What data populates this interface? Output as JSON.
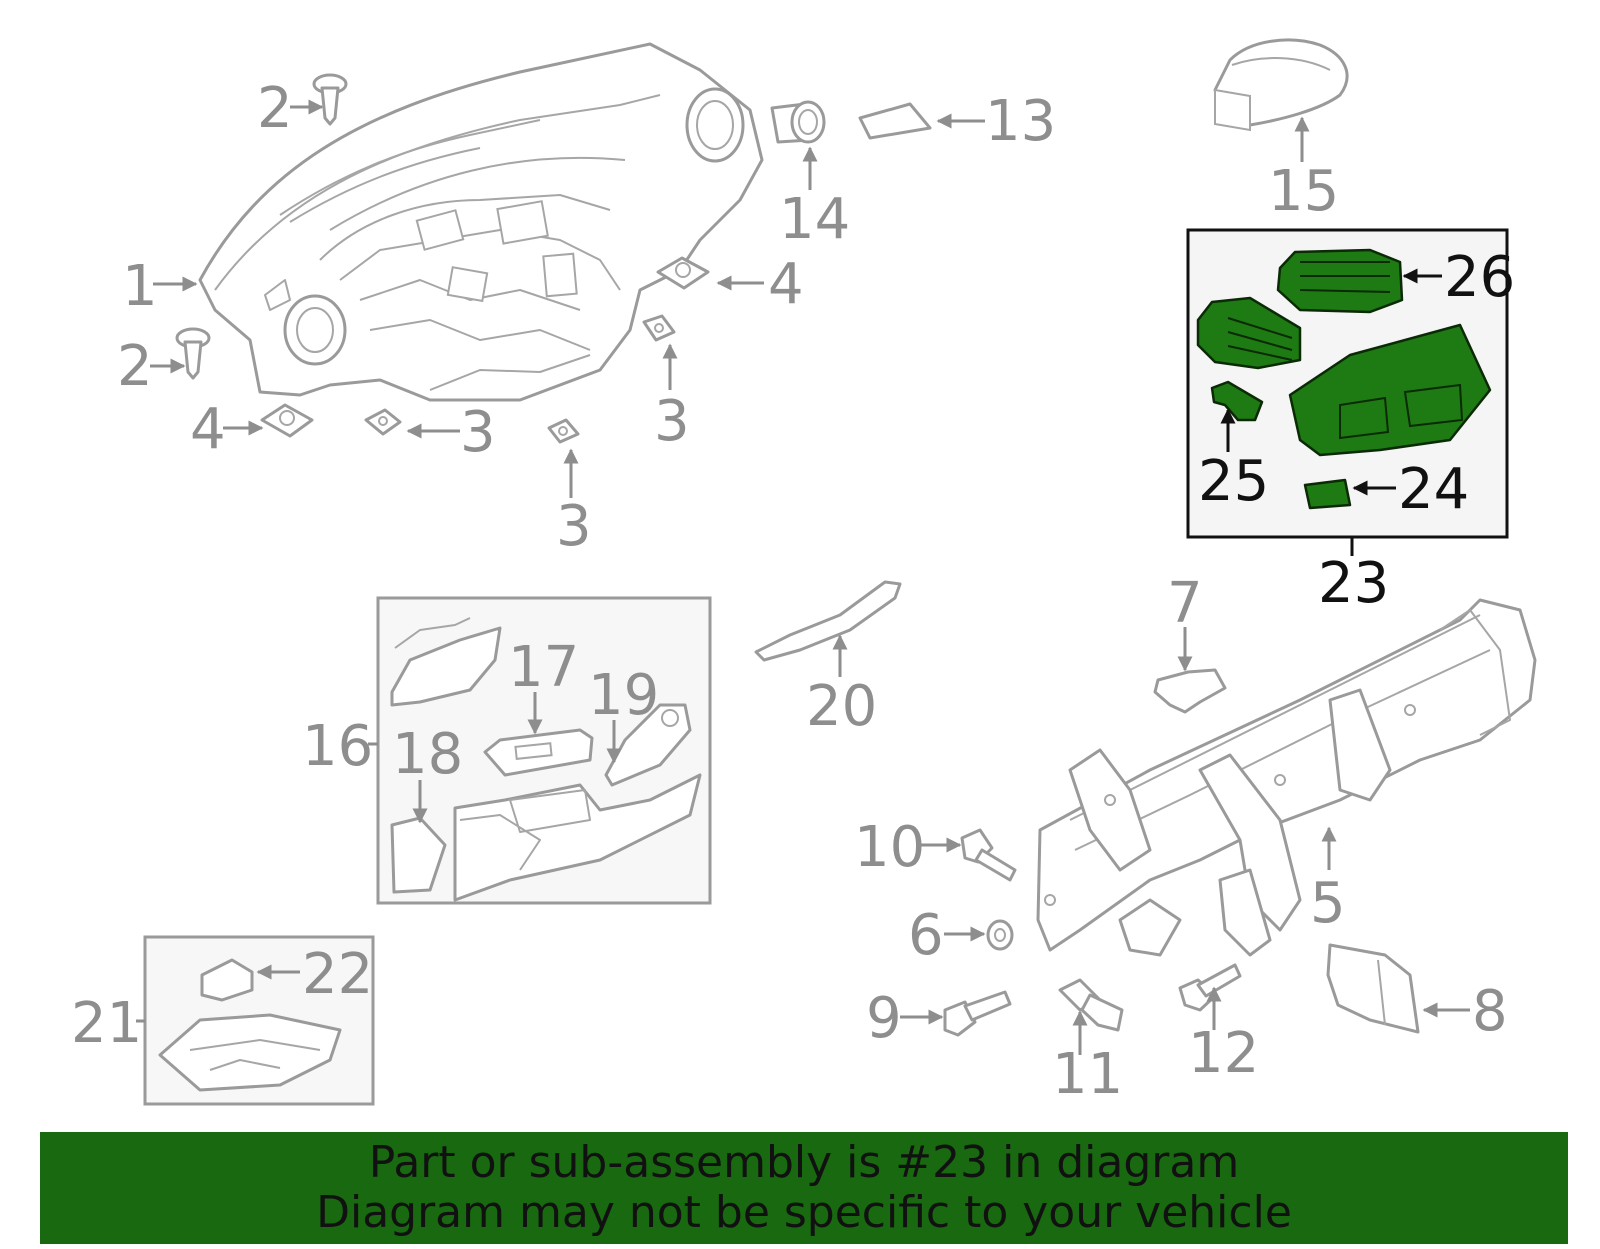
{
  "callouts": {
    "c1": "1",
    "c2a": "2",
    "c2b": "2",
    "c3a": "3",
    "c3b": "3",
    "c3c": "3",
    "c4a": "4",
    "c4b": "4",
    "c5": "5",
    "c6": "6",
    "c7": "7",
    "c8": "8",
    "c9": "9",
    "c10": "10",
    "c11": "11",
    "c12": "12",
    "c13": "13",
    "c14": "14",
    "c15": "15",
    "c16": "16",
    "c17": "17",
    "c18": "18",
    "c19": "19",
    "c20": "20",
    "c21": "21",
    "c22": "22",
    "c23": "23",
    "c24": "24",
    "c25": "25",
    "c26": "26"
  },
  "highlight_color": "#1e7a12",
  "banner": {
    "line1": "Part or sub-assembly is #23 in diagram",
    "line2": "Diagram may not be specific to your vehicle",
    "background": "#18690f"
  }
}
